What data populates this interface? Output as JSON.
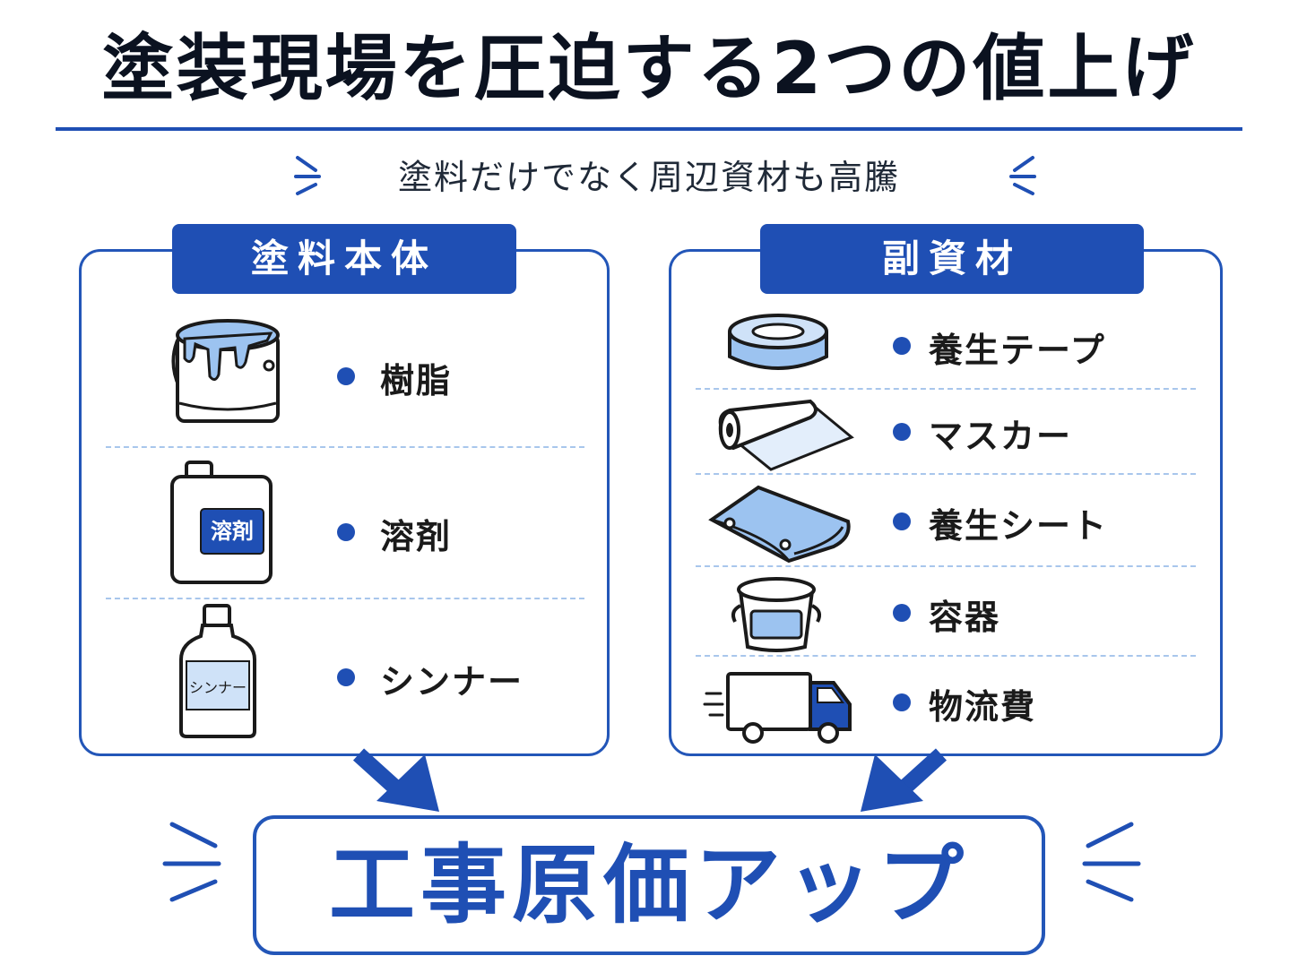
{
  "title": "塗装現場を圧迫する2つの値上げ",
  "subtitle": "塗料だけでなく周辺資材も高騰",
  "left_panel": {
    "heading": "塗料本体",
    "items": [
      {
        "label": "樹脂",
        "icon": "paint-can-icon"
      },
      {
        "label": "溶剤",
        "icon": "solvent-jug-icon",
        "icon_text": "溶剤"
      },
      {
        "label": "シンナー",
        "icon": "thinner-bottle-icon",
        "icon_text": "シンナー"
      }
    ]
  },
  "right_panel": {
    "heading": "副資材",
    "items": [
      {
        "label": "養生テープ",
        "icon": "tape-roll-icon"
      },
      {
        "label": "マスカー",
        "icon": "masker-roll-icon"
      },
      {
        "label": "養生シート",
        "icon": "folded-sheet-icon"
      },
      {
        "label": "容器",
        "icon": "container-bucket-icon"
      },
      {
        "label": "物流費",
        "icon": "delivery-truck-icon"
      }
    ]
  },
  "result": "工事原価アップ",
  "colors": {
    "accent": "#1f4fb4",
    "light_blue": "#9cc3f0",
    "divider": "#a8c6ec"
  }
}
